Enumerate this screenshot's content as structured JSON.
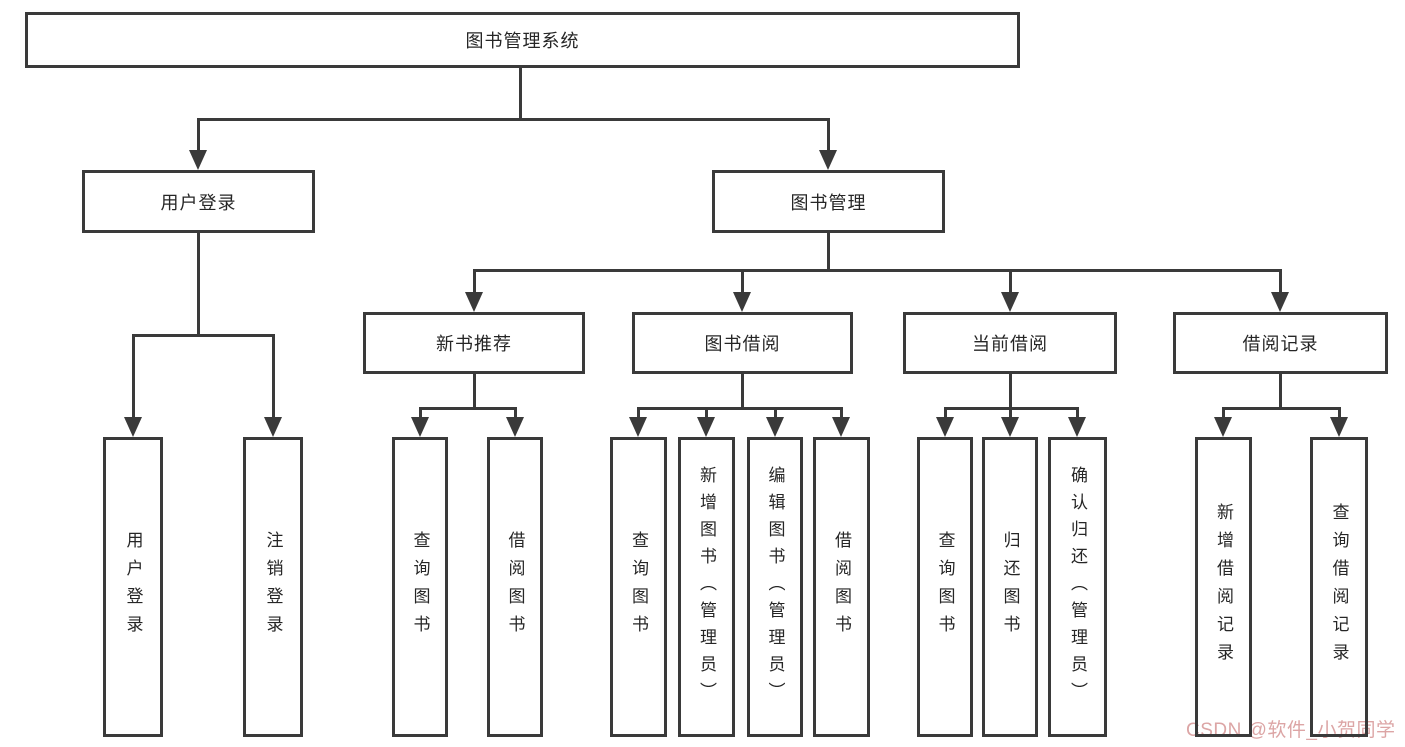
{
  "diagram_title": "图书管理系统",
  "nodes": {
    "root": "图书管理系统",
    "l2": [
      "用户登录",
      "图书管理"
    ],
    "l3": [
      "新书推荐",
      "图书借阅",
      "当前借阅",
      "借阅记录"
    ],
    "leaves": {
      "login": [
        "用户登录",
        "注销登录"
      ],
      "recommend": [
        "查询图书",
        "借阅图书"
      ],
      "borrow": [
        "查询图书",
        "新增图书（管理员）",
        "编辑图书（管理员）",
        "借阅图书"
      ],
      "current": [
        "查询图书",
        "归还图书",
        "确认归还（管理员）"
      ],
      "records": [
        "新增借阅记录",
        "查询借阅记录"
      ]
    }
  },
  "watermark": {
    "text": "CSDN @软件_小贺同学",
    "color": "#d89b9b"
  },
  "colors": {
    "line": "#3a3a3a",
    "border": "#3a3a3a",
    "text": "#262626",
    "background": "#ffffff"
  }
}
